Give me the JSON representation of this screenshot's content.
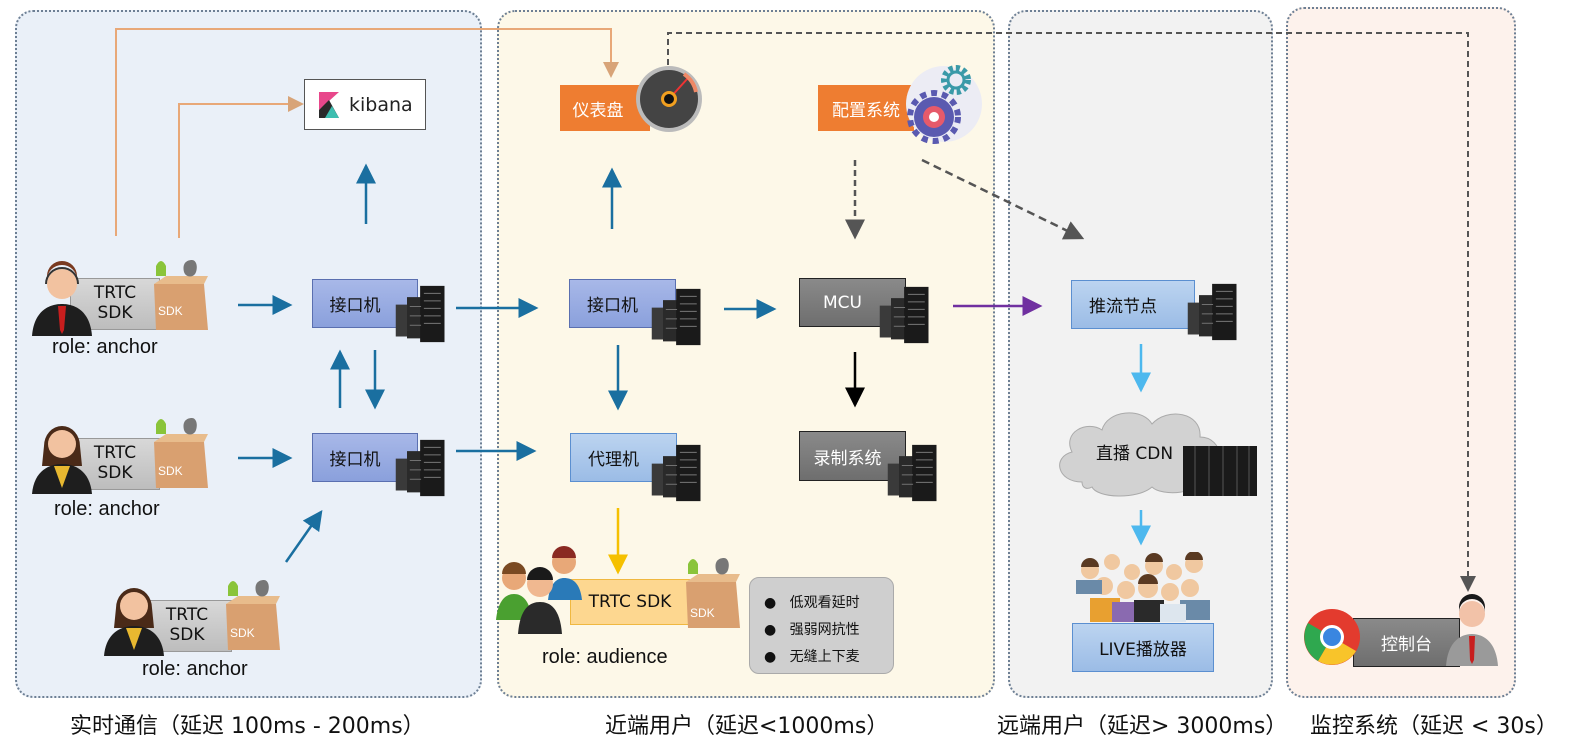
{
  "zones": [
    {
      "title": "实时通信（延迟 100ms - 200ms）"
    },
    {
      "title": "近端用户（延迟<1000ms）"
    },
    {
      "title": "远端用户（延迟> 3000ms）"
    },
    {
      "title": "监控系统（延迟 < 30s）"
    }
  ],
  "realtime": {
    "kibana": "kibana",
    "gateway_1": "接口机",
    "gateway_2": "接口机",
    "anchors": [
      {
        "sdk": "TRTC\nSDK",
        "sdk_line1": "TRTC",
        "sdk_line2": "SDK",
        "box": "SDK",
        "role": "role: anchor"
      },
      {
        "sdk_line1": "TRTC",
        "sdk_line2": "SDK",
        "box": "SDK",
        "role": "role: anchor"
      },
      {
        "sdk_line1": "TRTC",
        "sdk_line2": "SDK",
        "box": "SDK",
        "role": "role: anchor"
      }
    ]
  },
  "near": {
    "dashboard": "仪表盘",
    "config": "配置系统",
    "gateway": "接口机",
    "mcu": "MCU",
    "proxy": "代理机",
    "recorder": "录制系统",
    "audience_sdk": "TRTC SDK",
    "audience_box": "SDK",
    "audience_role": "role: audience",
    "features": [
      "低观看延时",
      "强弱网抗性",
      "无缝上下麦"
    ]
  },
  "far": {
    "push_node": "推流节点",
    "cdn": "直播 CDN",
    "player": "LIVE播放器"
  },
  "monitor": {
    "console": "控制台"
  },
  "colors": {
    "flow_blue": "#1a6fa0",
    "orange_line": "#e8a878",
    "purple": "#7030a0",
    "yellow": "#f5c000",
    "light_blue": "#4db8ee",
    "dashed": "#555555"
  }
}
